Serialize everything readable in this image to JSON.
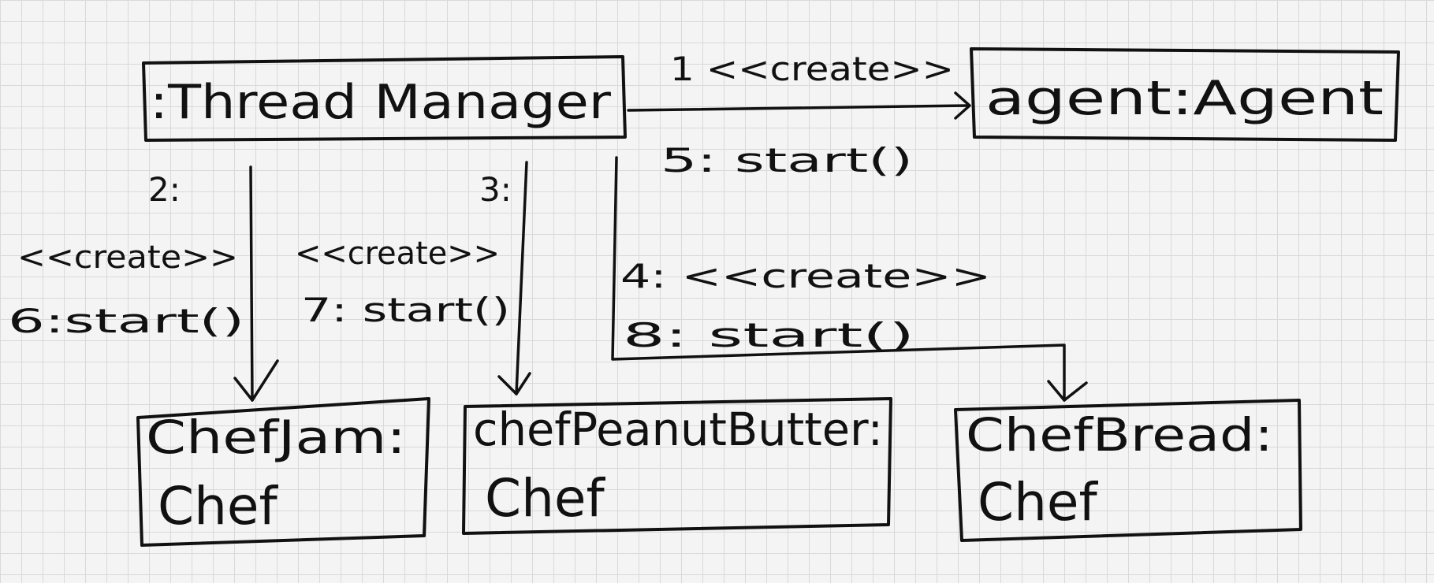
{
  "nodes": {
    "thread_manager": {
      "label": ":Thread Manager"
    },
    "agent": {
      "label": "agent:Agent"
    },
    "chef_jam": {
      "name": "ChefJam:",
      "type": "Chef"
    },
    "chef_peanut_butter": {
      "name": "chefPeanutButter:",
      "type": "Chef"
    },
    "chef_bread": {
      "name": "ChefBread:",
      "type": "Chef"
    }
  },
  "messages": {
    "agent": {
      "create": "1 <<create>>",
      "start": "5: start()"
    },
    "chef_jam": {
      "num": "2:",
      "create": "<<create>>",
      "start": "6:start()"
    },
    "chef_peanut_butter": {
      "num": "3:",
      "create": "<<create>>",
      "start": "7: start()"
    },
    "chef_bread": {
      "create": "4: <<create>>",
      "start": "8: start()"
    }
  }
}
